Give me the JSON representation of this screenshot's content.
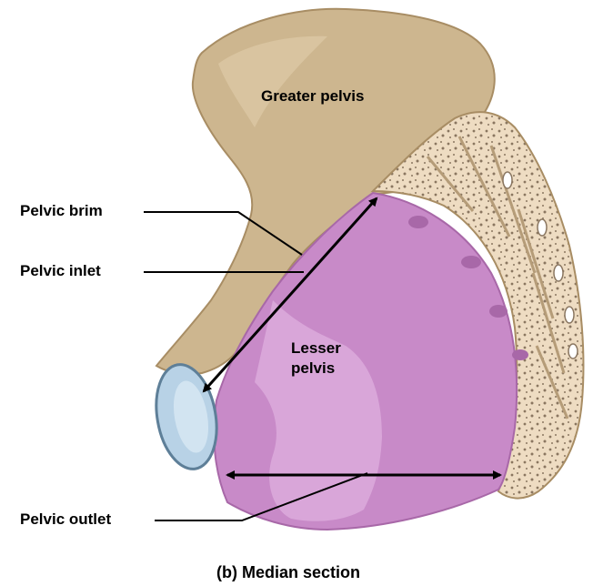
{
  "figure": {
    "caption": "(b) Median section"
  },
  "labels": {
    "greater_pelvis": "Greater pelvis",
    "pelvic_brim": "Pelvic brim",
    "pelvic_inlet": "Pelvic inlet",
    "lesser_pelvis": "Lesser\npelvis",
    "pelvic_outlet": "Pelvic outlet"
  },
  "colors": {
    "bone": "#cdb68f",
    "bone_shadow": "#a88d64",
    "cavity": "#c88ac8",
    "cavity_light": "#dcaadc",
    "sacrum": "#e8d5b7",
    "symphysis": "#b8d2e6",
    "leader_line": "#000000"
  }
}
